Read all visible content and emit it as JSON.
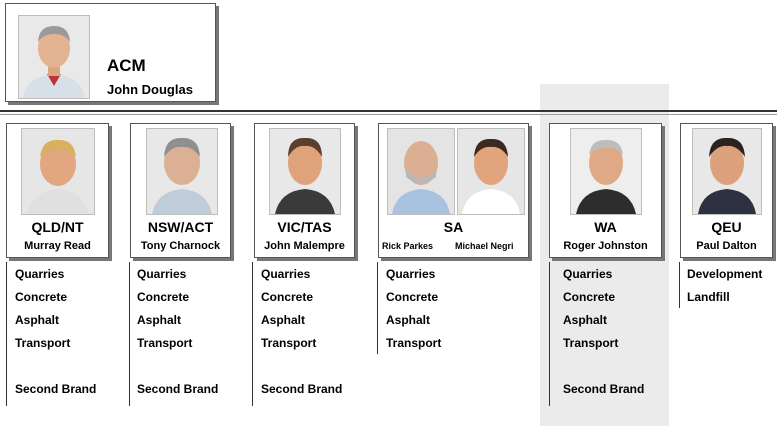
{
  "ceo": {
    "title": "ACM",
    "name": "John Douglas"
  },
  "regions": [
    {
      "id": "qld",
      "region": "QLD/NT",
      "manager": "Murray Read",
      "items": [
        "Quarries",
        "Concrete",
        "Asphalt",
        "Transport"
      ],
      "brand": "Second Brand"
    },
    {
      "id": "nsw",
      "region": "NSW/ACT",
      "manager": "Tony Charnock",
      "items": [
        "Quarries",
        "Concrete",
        "Asphalt",
        "Transport"
      ],
      "brand": "Second Brand"
    },
    {
      "id": "vic",
      "region": "VIC/TAS",
      "manager": "John Malempre",
      "items": [
        "Quarries",
        "Concrete",
        "Asphalt",
        "Transport"
      ],
      "brand": "Second Brand"
    },
    {
      "id": "sa",
      "region": "SA",
      "managers": [
        "Rick Parkes",
        "Michael Negri"
      ],
      "items": [
        "Quarries",
        "Concrete",
        "Asphalt",
        "Transport"
      ]
    },
    {
      "id": "wa",
      "region": "WA",
      "manager": "Roger Johnston",
      "items": [
        "Quarries",
        "Concrete",
        "Asphalt",
        "Transport"
      ],
      "brand": "Second Brand",
      "highlighted": true
    },
    {
      "id": "qeu",
      "region": "QEU",
      "manager": "Paul Dalton",
      "items": [
        "Development",
        "Landfill"
      ]
    }
  ],
  "colors": {
    "highlight": "#ebebeb",
    "line": "#333333"
  }
}
